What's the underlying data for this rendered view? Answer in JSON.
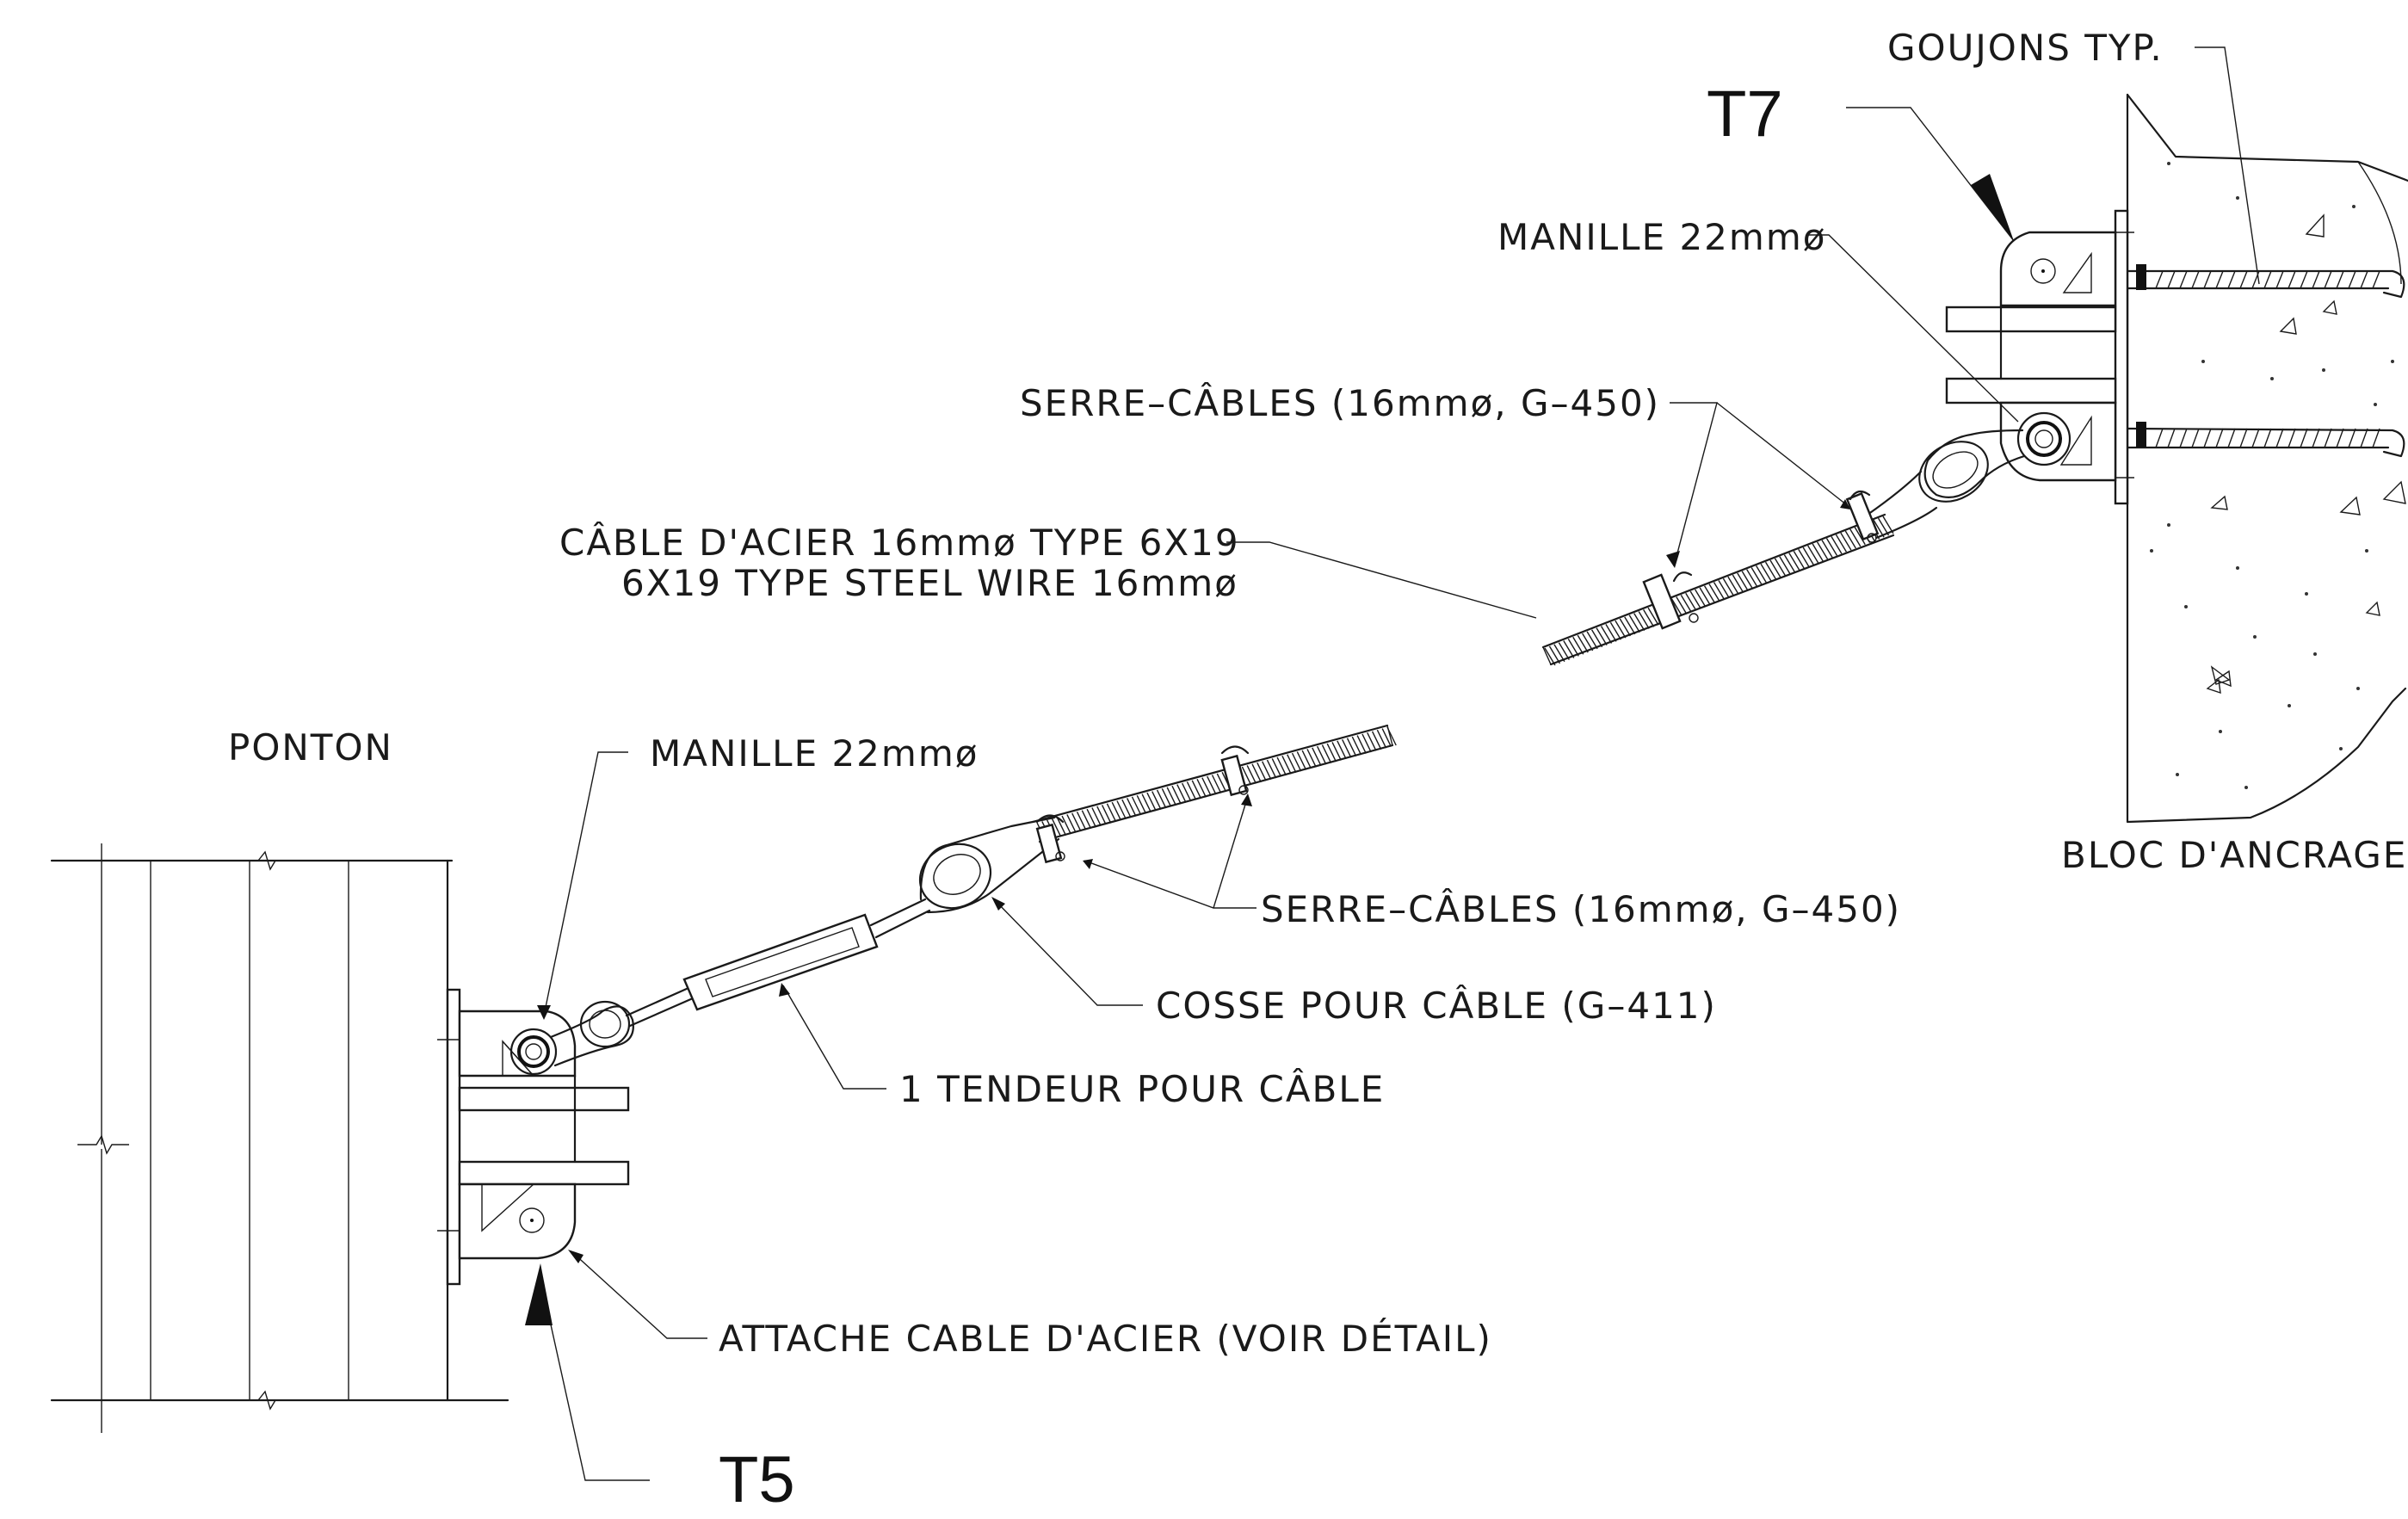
{
  "labels": {
    "goujons": "GOUJONS TYP.",
    "tag_t7": "T7",
    "manille_top": "MANILLE 22mmø",
    "serre_cables_top": "SERRE–CÂBLES (16mmø, G–450)",
    "cable_fr": "CÂBLE D'ACIER 16mmø TYPE 6X19",
    "cable_en": "6X19 TYPE STEEL WIRE 16mmø",
    "ponton": "PONTON",
    "manille_bottom": "MANILLE 22mmø",
    "bloc_ancrage": "BLOC D'ANCRAGE",
    "serre_cables_bottom": "SERRE–CÂBLES (16mmø, G–450)",
    "cosse": "COSSE POUR CÂBLE (G–411)",
    "tendeur": "1 TENDEUR POUR CÂBLE",
    "attache": "ATTACHE CABLE D'ACIER (VOIR DÉTAIL)",
    "tag_t5": "T5"
  }
}
